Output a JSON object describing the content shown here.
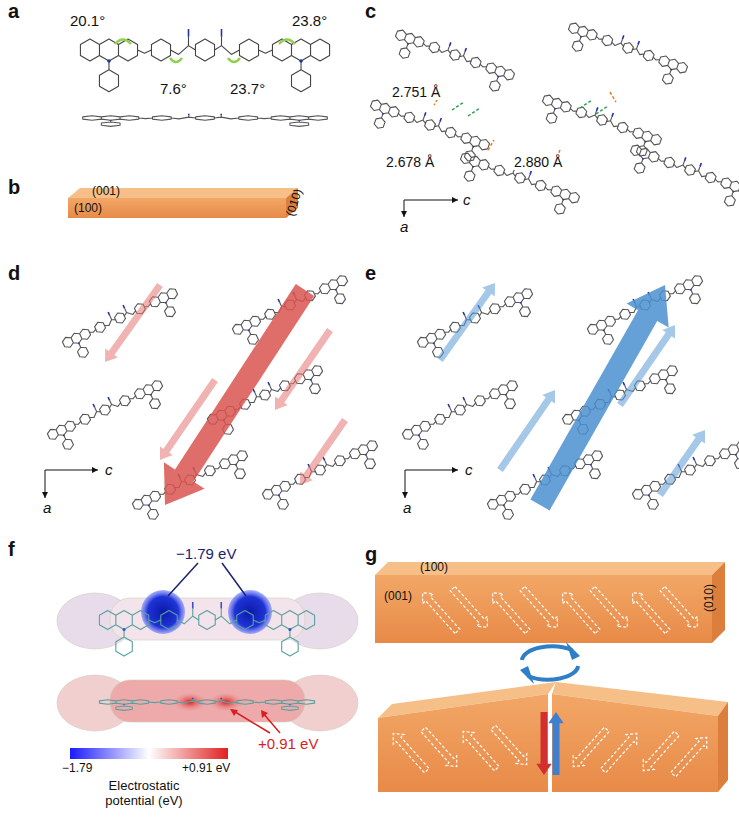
{
  "diagram": {
    "labels": [
      "a",
      "20.1°",
      "23.8°",
      "7.6°",
      "23.7°",
      "b",
      "(001)",
      "(100)",
      "(010)",
      "c",
      "2.751 Å",
      "2.678 Å",
      "2.880 Å",
      "c",
      "a",
      "d",
      "c",
      "a",
      "e",
      "c",
      "a",
      "f",
      "−1.79 eV",
      "+0.91 eV",
      "−1.79",
      "+0.91 eV",
      "Electrostatic potential (eV)",
      "g",
      "(100)",
      "(001)",
      "(010)"
    ]
  }
}
